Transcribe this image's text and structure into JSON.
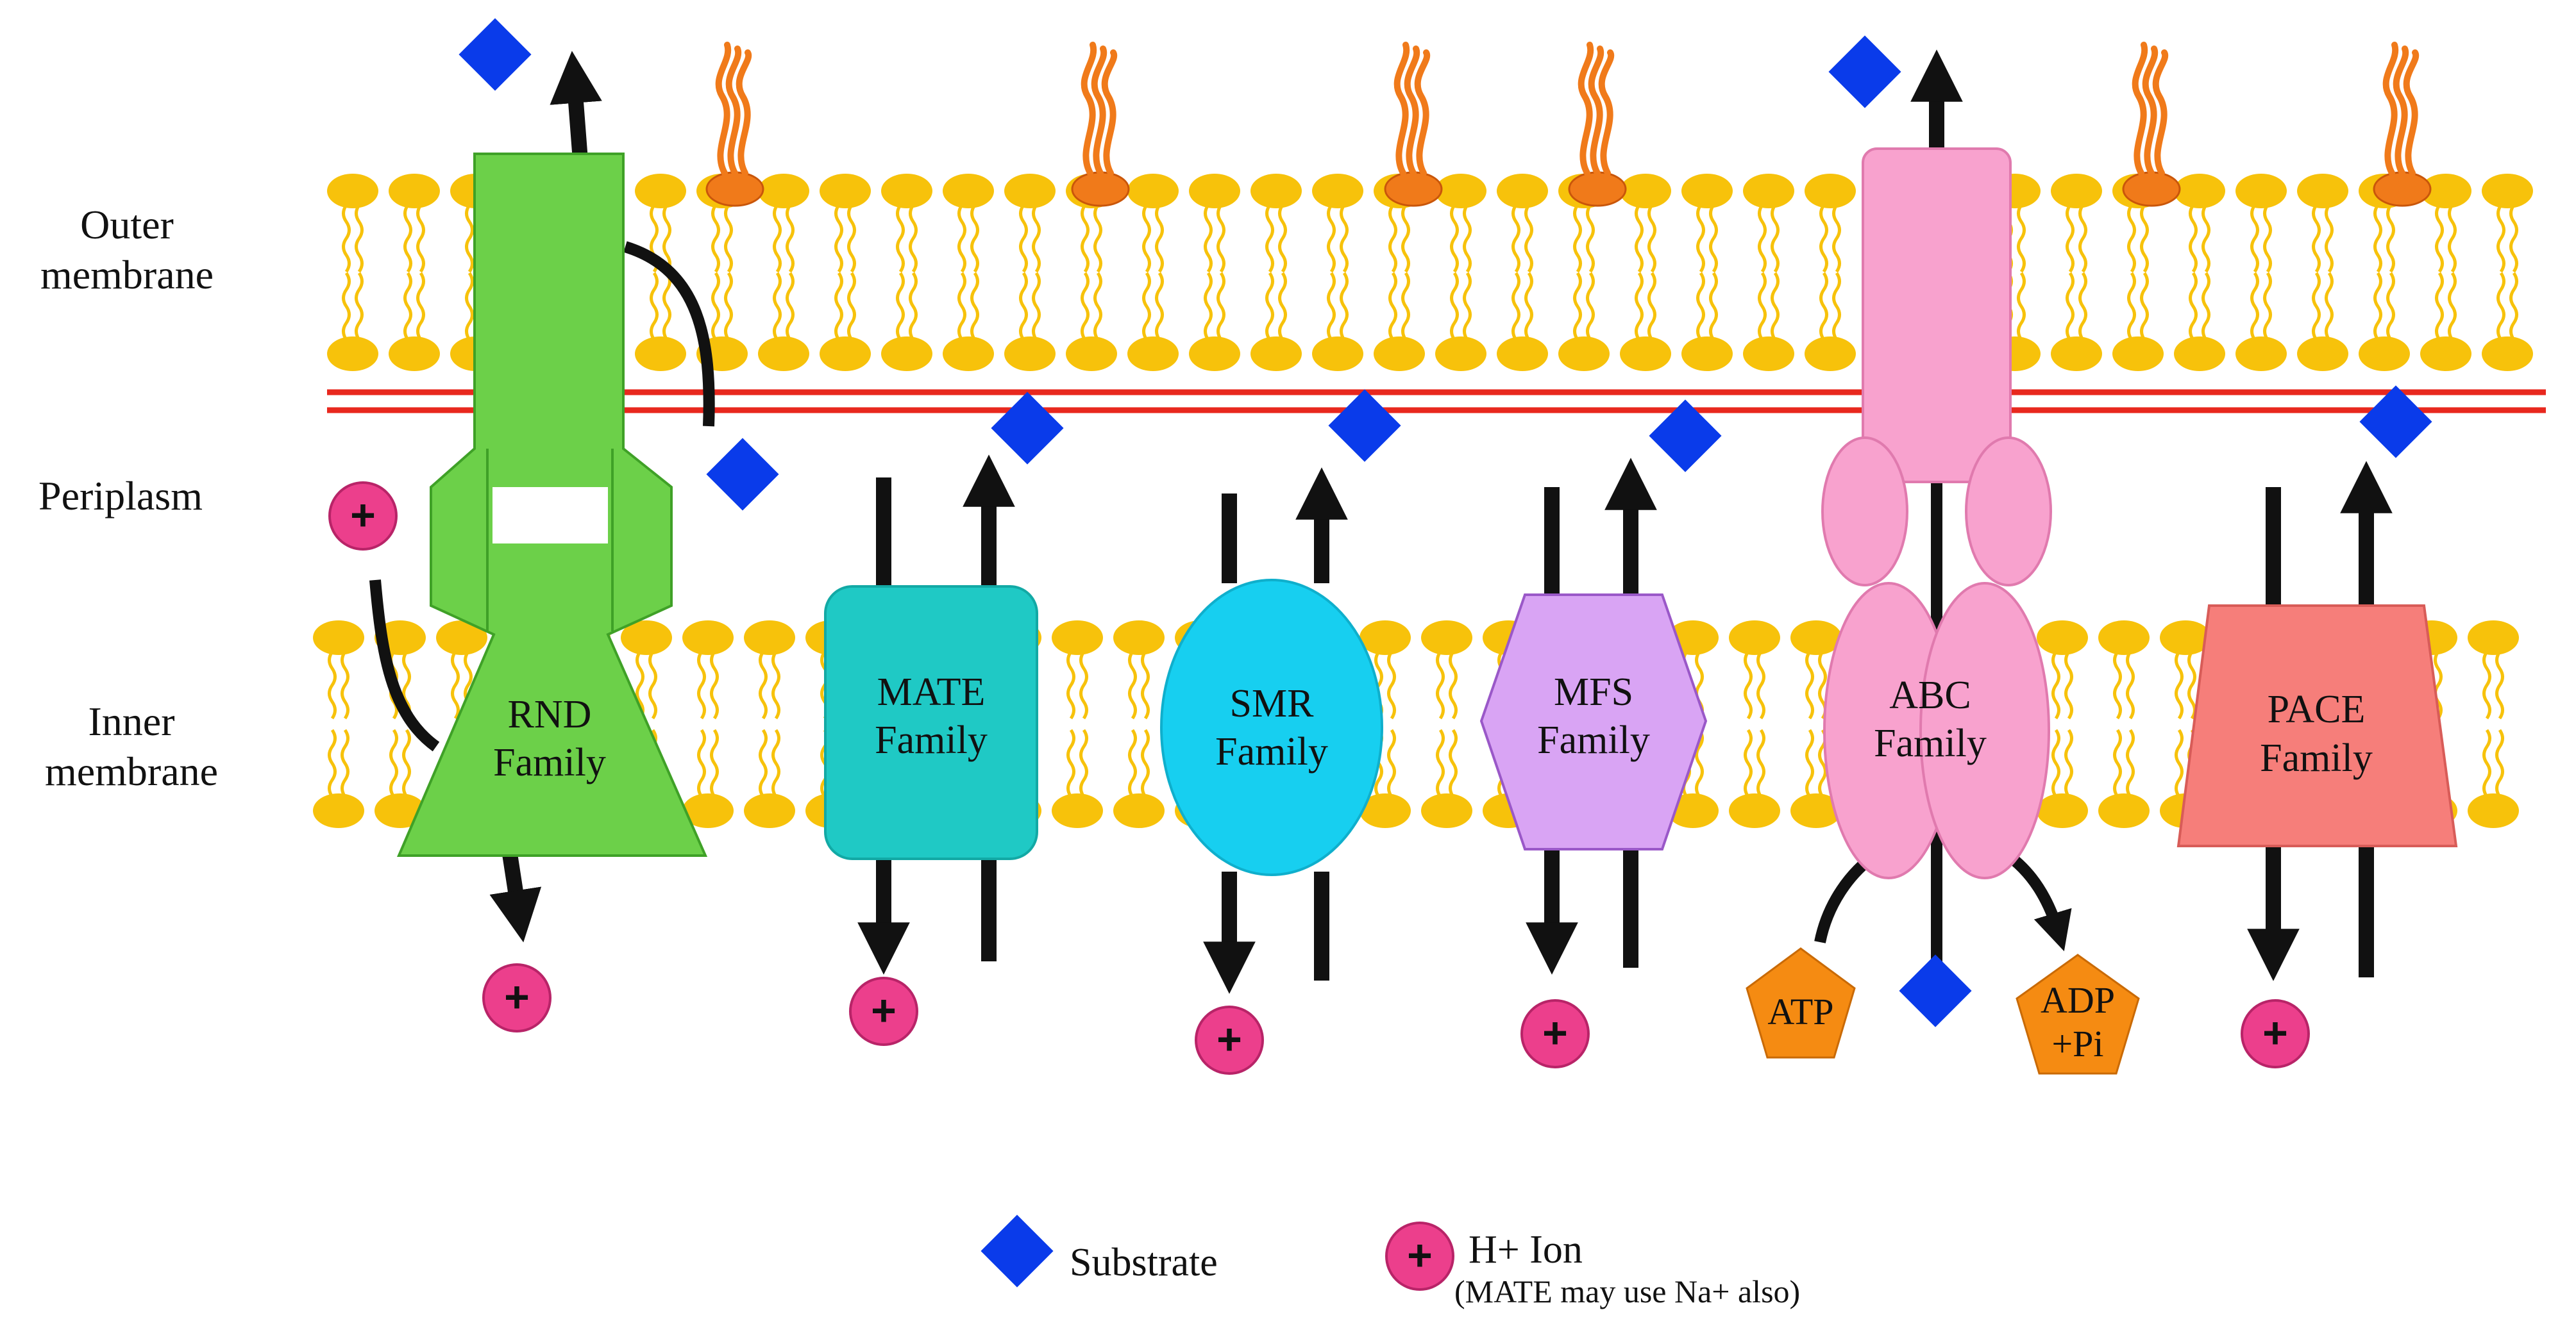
{
  "regions": {
    "outer_membrane": [
      "Outer",
      "membrane"
    ],
    "periplasm": "Periplasm",
    "inner_membrane": [
      "Inner",
      "membrane"
    ]
  },
  "transporters": {
    "rnd": [
      "RND",
      "Family"
    ],
    "mate": [
      "MATE",
      "Family"
    ],
    "smr": [
      "SMR",
      "Family"
    ],
    "mfs": [
      "MFS",
      "Family"
    ],
    "abc": [
      "ABC",
      "Family"
    ],
    "pace": [
      "PACE",
      "Family"
    ]
  },
  "abc_energy": {
    "atp": "ATP",
    "adp": [
      "ADP",
      "+Pi"
    ]
  },
  "ion_symbol": "+",
  "legend": {
    "substrate": "Substrate",
    "ion": "H+ Ion",
    "ion_note": "(MATE may use Na+ also)"
  },
  "colors": {
    "lipid": "#F7C20B",
    "lps": "#F07A1A",
    "periplasm_line": "#E8281E",
    "rnd": "#6CD049",
    "mate": "#1FC9C5",
    "smr": "#17CFF0",
    "mfs": "#D9A4F4",
    "abc": "#F8A2CE",
    "pace": "#F67E7A",
    "substrate": "#0A3BEA",
    "ion": "#EC3F8C",
    "atp": "#F58B12"
  },
  "icons": {
    "substrate": "blue-diamond-icon",
    "ion": "plus-circle-icon",
    "atp": "pentagon-icon"
  }
}
